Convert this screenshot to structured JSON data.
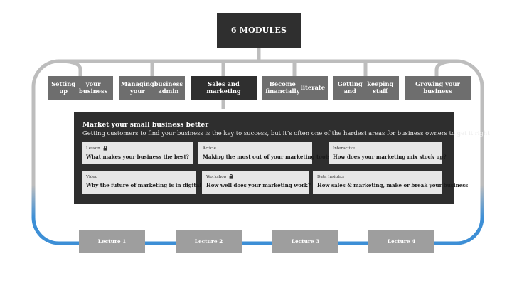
{
  "title": "6 MODULES",
  "modules": [
    {
      "label": "Setting up\nyour business",
      "active": false
    },
    {
      "label": "Managing your\nbusiness admin",
      "active": false
    },
    {
      "label": "Sales and marketing",
      "active": true
    },
    {
      "label": "Become financially\nliterate",
      "active": false
    },
    {
      "label": "Getting and\nkeeping staff",
      "active": false
    },
    {
      "label": "Growing your business",
      "active": false
    }
  ],
  "panel": {
    "title": "Market your small business better",
    "description": "Getting customers to find your business is the key to success, but it’s often one of the hardest areas for business owners to get it right",
    "cards": [
      {
        "type": "Lesson",
        "locked": true,
        "title": "What makes your business the best?"
      },
      {
        "type": "Article",
        "locked": false,
        "title": "Making the most out of your marketing tools"
      },
      {
        "type": "Interactive",
        "locked": false,
        "title": "How does your marketing mix stock up?"
      },
      {
        "type": "Video",
        "locked": false,
        "title": "Why the future of marketing is in digital"
      },
      {
        "type": "Workshop",
        "locked": true,
        "title": "How well does your marketing work?"
      },
      {
        "type": "Data Insights",
        "locked": false,
        "title": "How sales & marketing, make or break your  business"
      }
    ]
  },
  "lectures": [
    "Lecture 1",
    "Lecture 2",
    "Lecture 3",
    "Lecture 4"
  ],
  "colors": {
    "dark": "#2f2f2f",
    "module_gray": "#6e6e6e",
    "lecture_gray": "#9e9e9e",
    "card_bg": "#e6e6e6",
    "loop_gray": "#bdbdbd",
    "loop_blue": "#3d8fd6"
  }
}
